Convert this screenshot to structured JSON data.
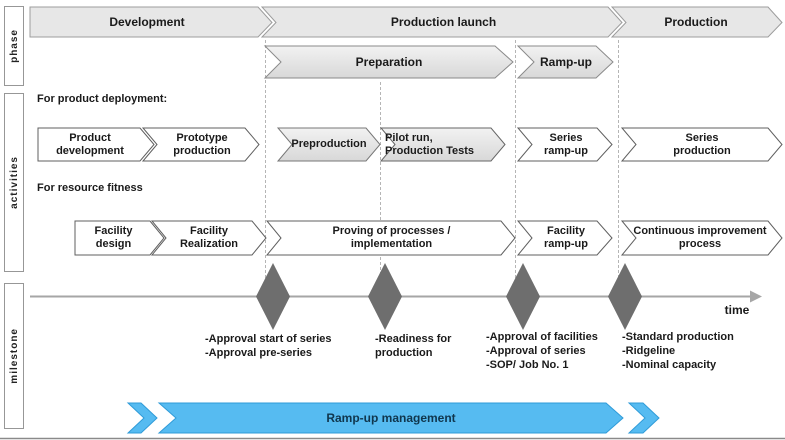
{
  "row_labels": {
    "phase": "phase",
    "activities": "activities",
    "milestone": "milestone"
  },
  "phase_row": {
    "segments": [
      "Development",
      "Production launch",
      "Production"
    ],
    "sub_segments": [
      "Preparation",
      "Ramp-up"
    ]
  },
  "activities_row": {
    "deployment_heading": "For product deployment:",
    "fitness_heading": "For resource fitness",
    "deployment_arrows": [
      "Product\ndevelopment",
      "Prototype\nproduction",
      "Preproduction",
      "Pilot run,\nProduction Tests",
      "Series\nramp-up",
      "Series\nproduction"
    ],
    "fitness_arrows": [
      "Facility\ndesign",
      "Facility\nRealization",
      "Proving of processes /\nimplementation",
      "Facility\nramp-up",
      "Continuous improvement\nprocess"
    ]
  },
  "milestone_row": {
    "time_label": "time",
    "milestones": [
      "-Approval start of series\n-Approval pre-series",
      "-Readiness for\nproduction",
      "-Approval of facilities\n-Approval of series\n-SOP/ Job No. 1",
      "-Standard production\n-Ridgeline\n-Nominal capacity"
    ]
  },
  "banner": {
    "label": "Ramp-up management"
  },
  "colors": {
    "phase_fill": "#e7e7e7",
    "sub_fill_light": "#f0f0f0",
    "sub_fill_dark": "#d8d8d8",
    "white_arrow_fill": "#ffffff",
    "gray_arrow_stroke": "#8a8a8a",
    "white_arrow_stroke": "#5f5f5f",
    "diamond_fill": "#6e6e6e",
    "timeline_gray": "#a6a6a6",
    "dashed_line_gray": "#b5b5b5",
    "banner_blue": "#56bbf1",
    "banner_blue_stroke": "#2f9bd8"
  }
}
